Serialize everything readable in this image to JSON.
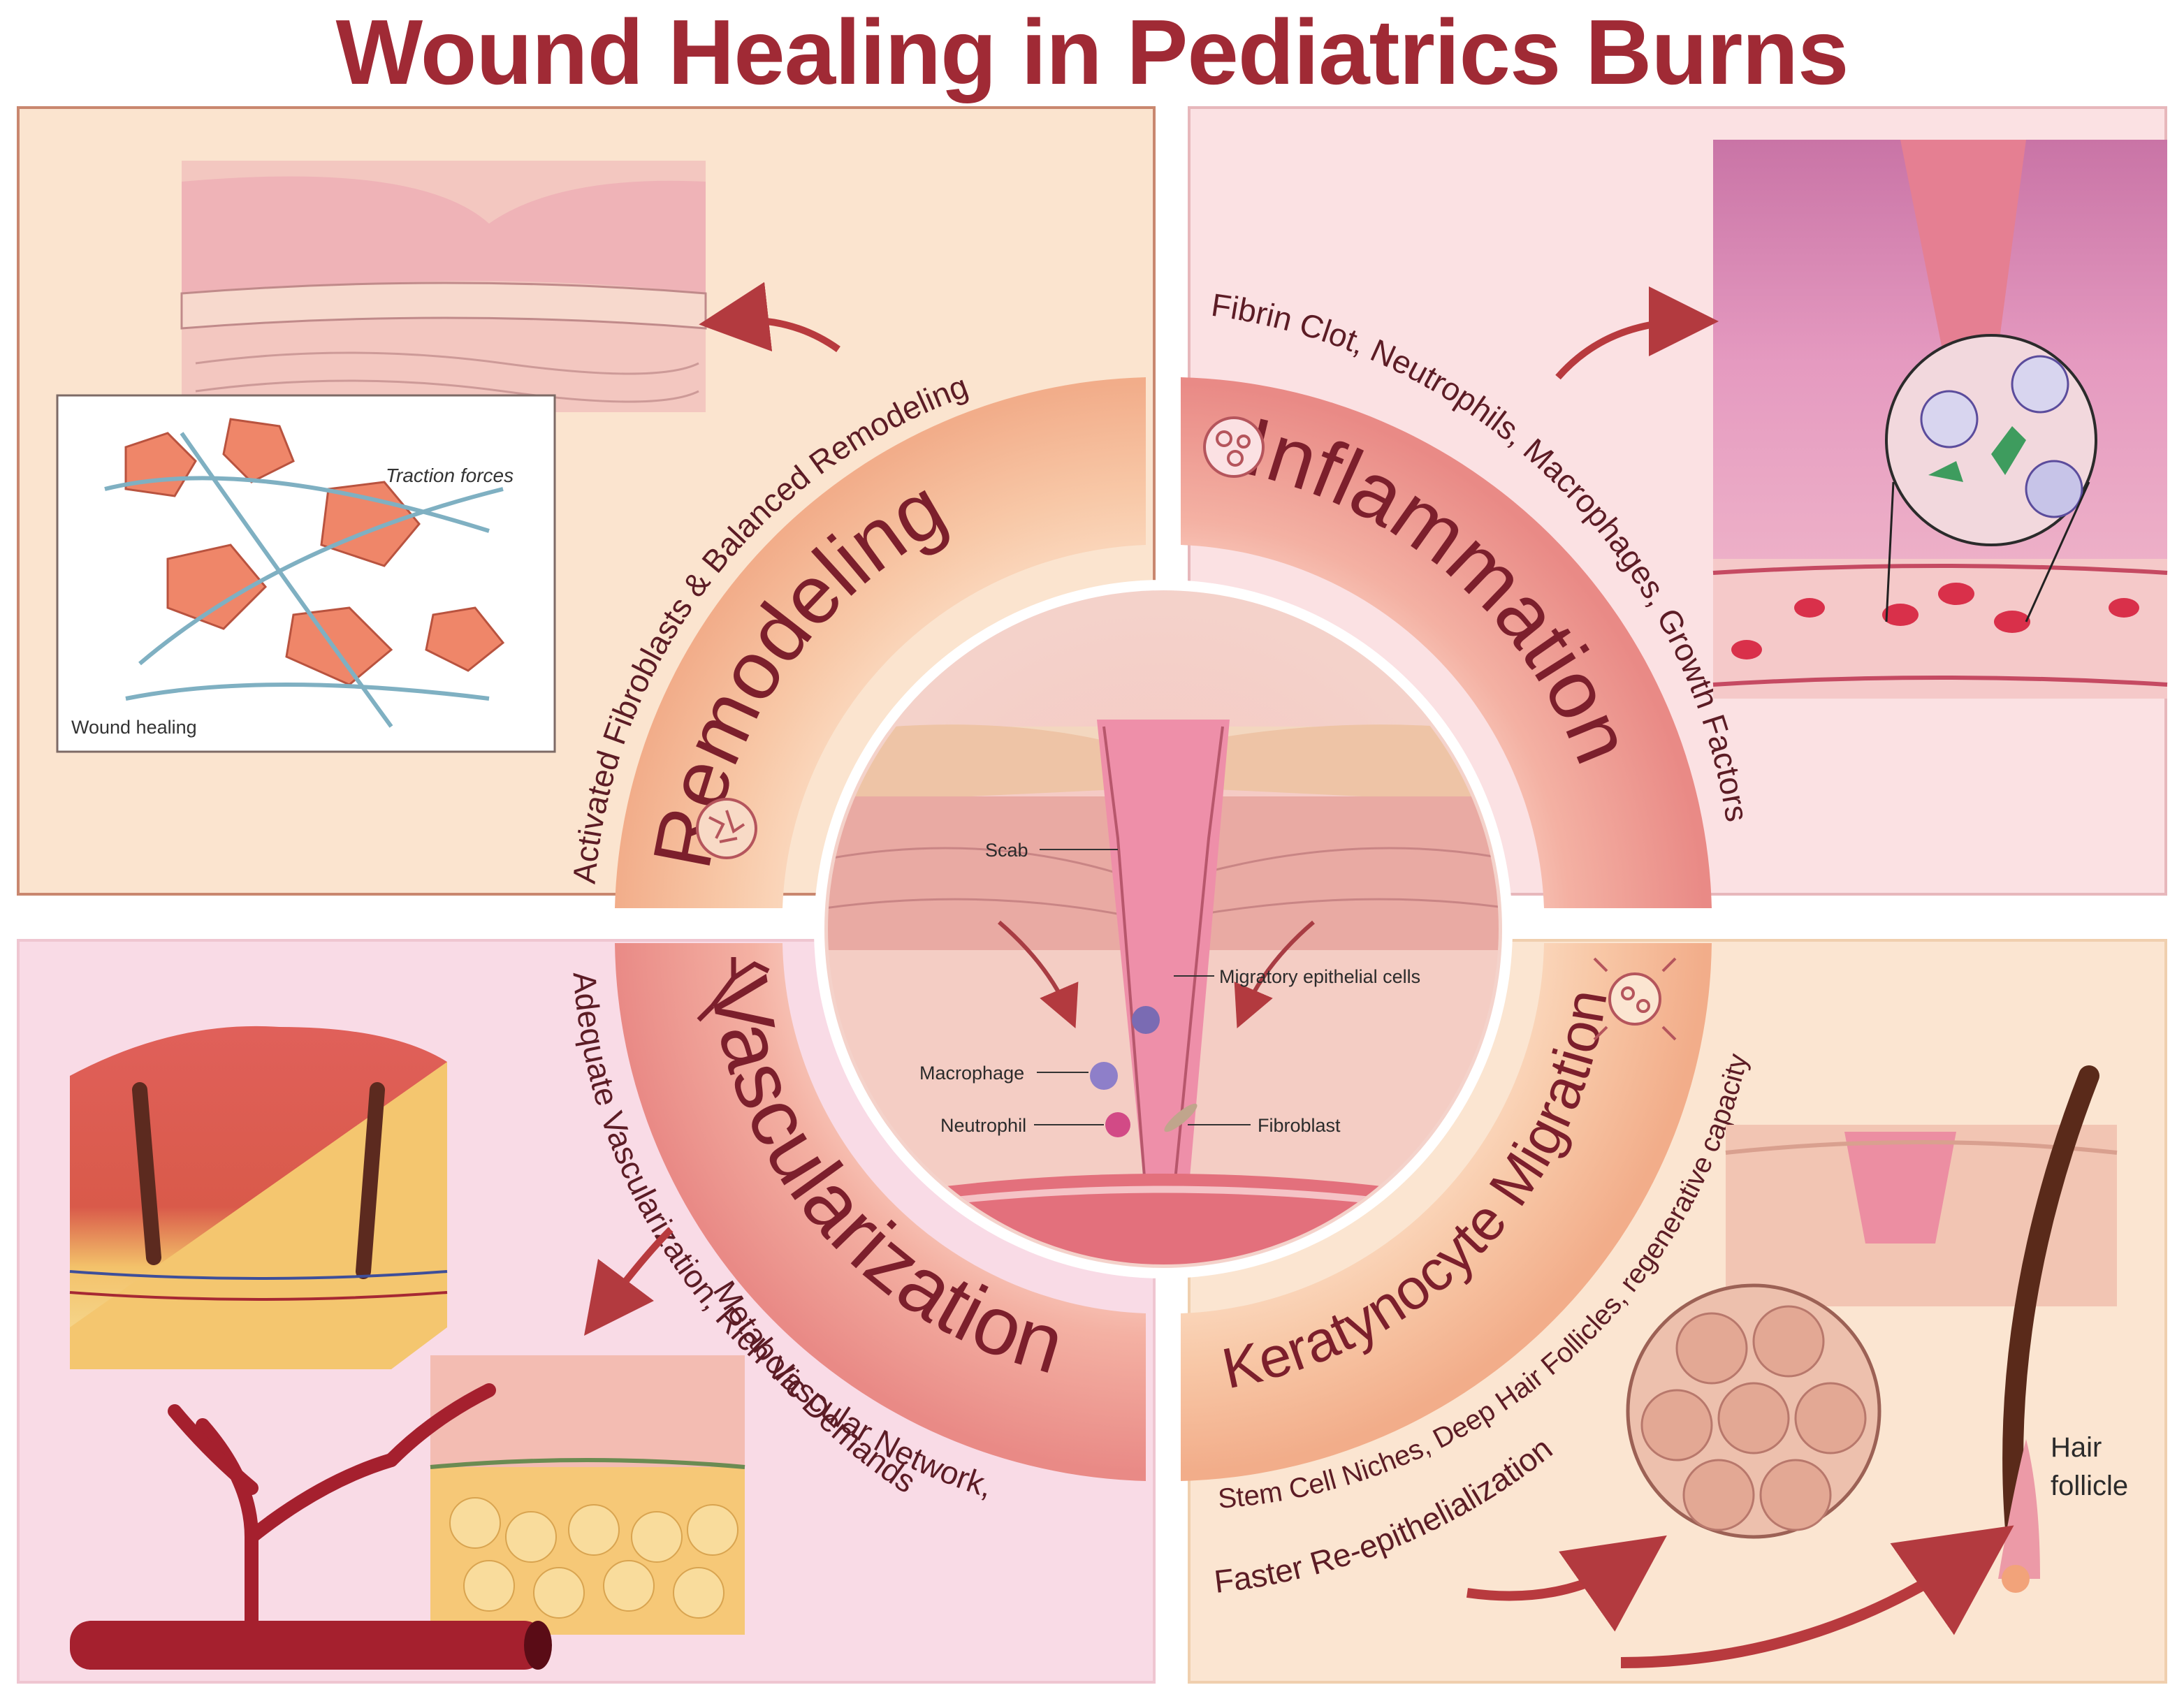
{
  "title": "Wound Healing in Pediatrics Burns",
  "center": {
    "labels": {
      "scab": "Scab",
      "migratory": "Migratory epithelial cells",
      "macrophage": "Macrophage",
      "neutrophil": "Neutrophil",
      "fibroblast": "Fibroblast"
    }
  },
  "phases": {
    "remodeling": {
      "name": "Remodeling",
      "description": "Activated Fibroblasts & Balanced Remodeling",
      "inset_label_traction": "Traction forces",
      "inset_label_wound": "Wound healing"
    },
    "inflammation": {
      "name": "Inflammation",
      "description": "Fibrin Clot, Neutrophils, Macrophages, Growth Factors"
    },
    "vascularization": {
      "name": "Vascularization",
      "description_line1": "Adequate Vascularization, Rich Vascular Network,",
      "description_line2": "Metabolic Demands"
    },
    "keratinocyte": {
      "name": "Keratynocyte Migration",
      "description_line1": "Stem Cell Niches, Deep Hair Follicles, regenerative capacity",
      "description_line2": "Faster Re-epithelialization",
      "hair_label_line1": "Hair",
      "hair_label_line2": "follicle"
    }
  },
  "icons": [
    "fibroblast-icon",
    "cell-cluster-icon",
    "blood-vessel-icon",
    "migrating-cell-icon"
  ],
  "colors": {
    "title": "#a02a35",
    "ring_dark": "#ec9a90",
    "ring_light": "#fbd7c4",
    "arrow": "#b83a3e",
    "text_dark": "#5c1c25"
  }
}
